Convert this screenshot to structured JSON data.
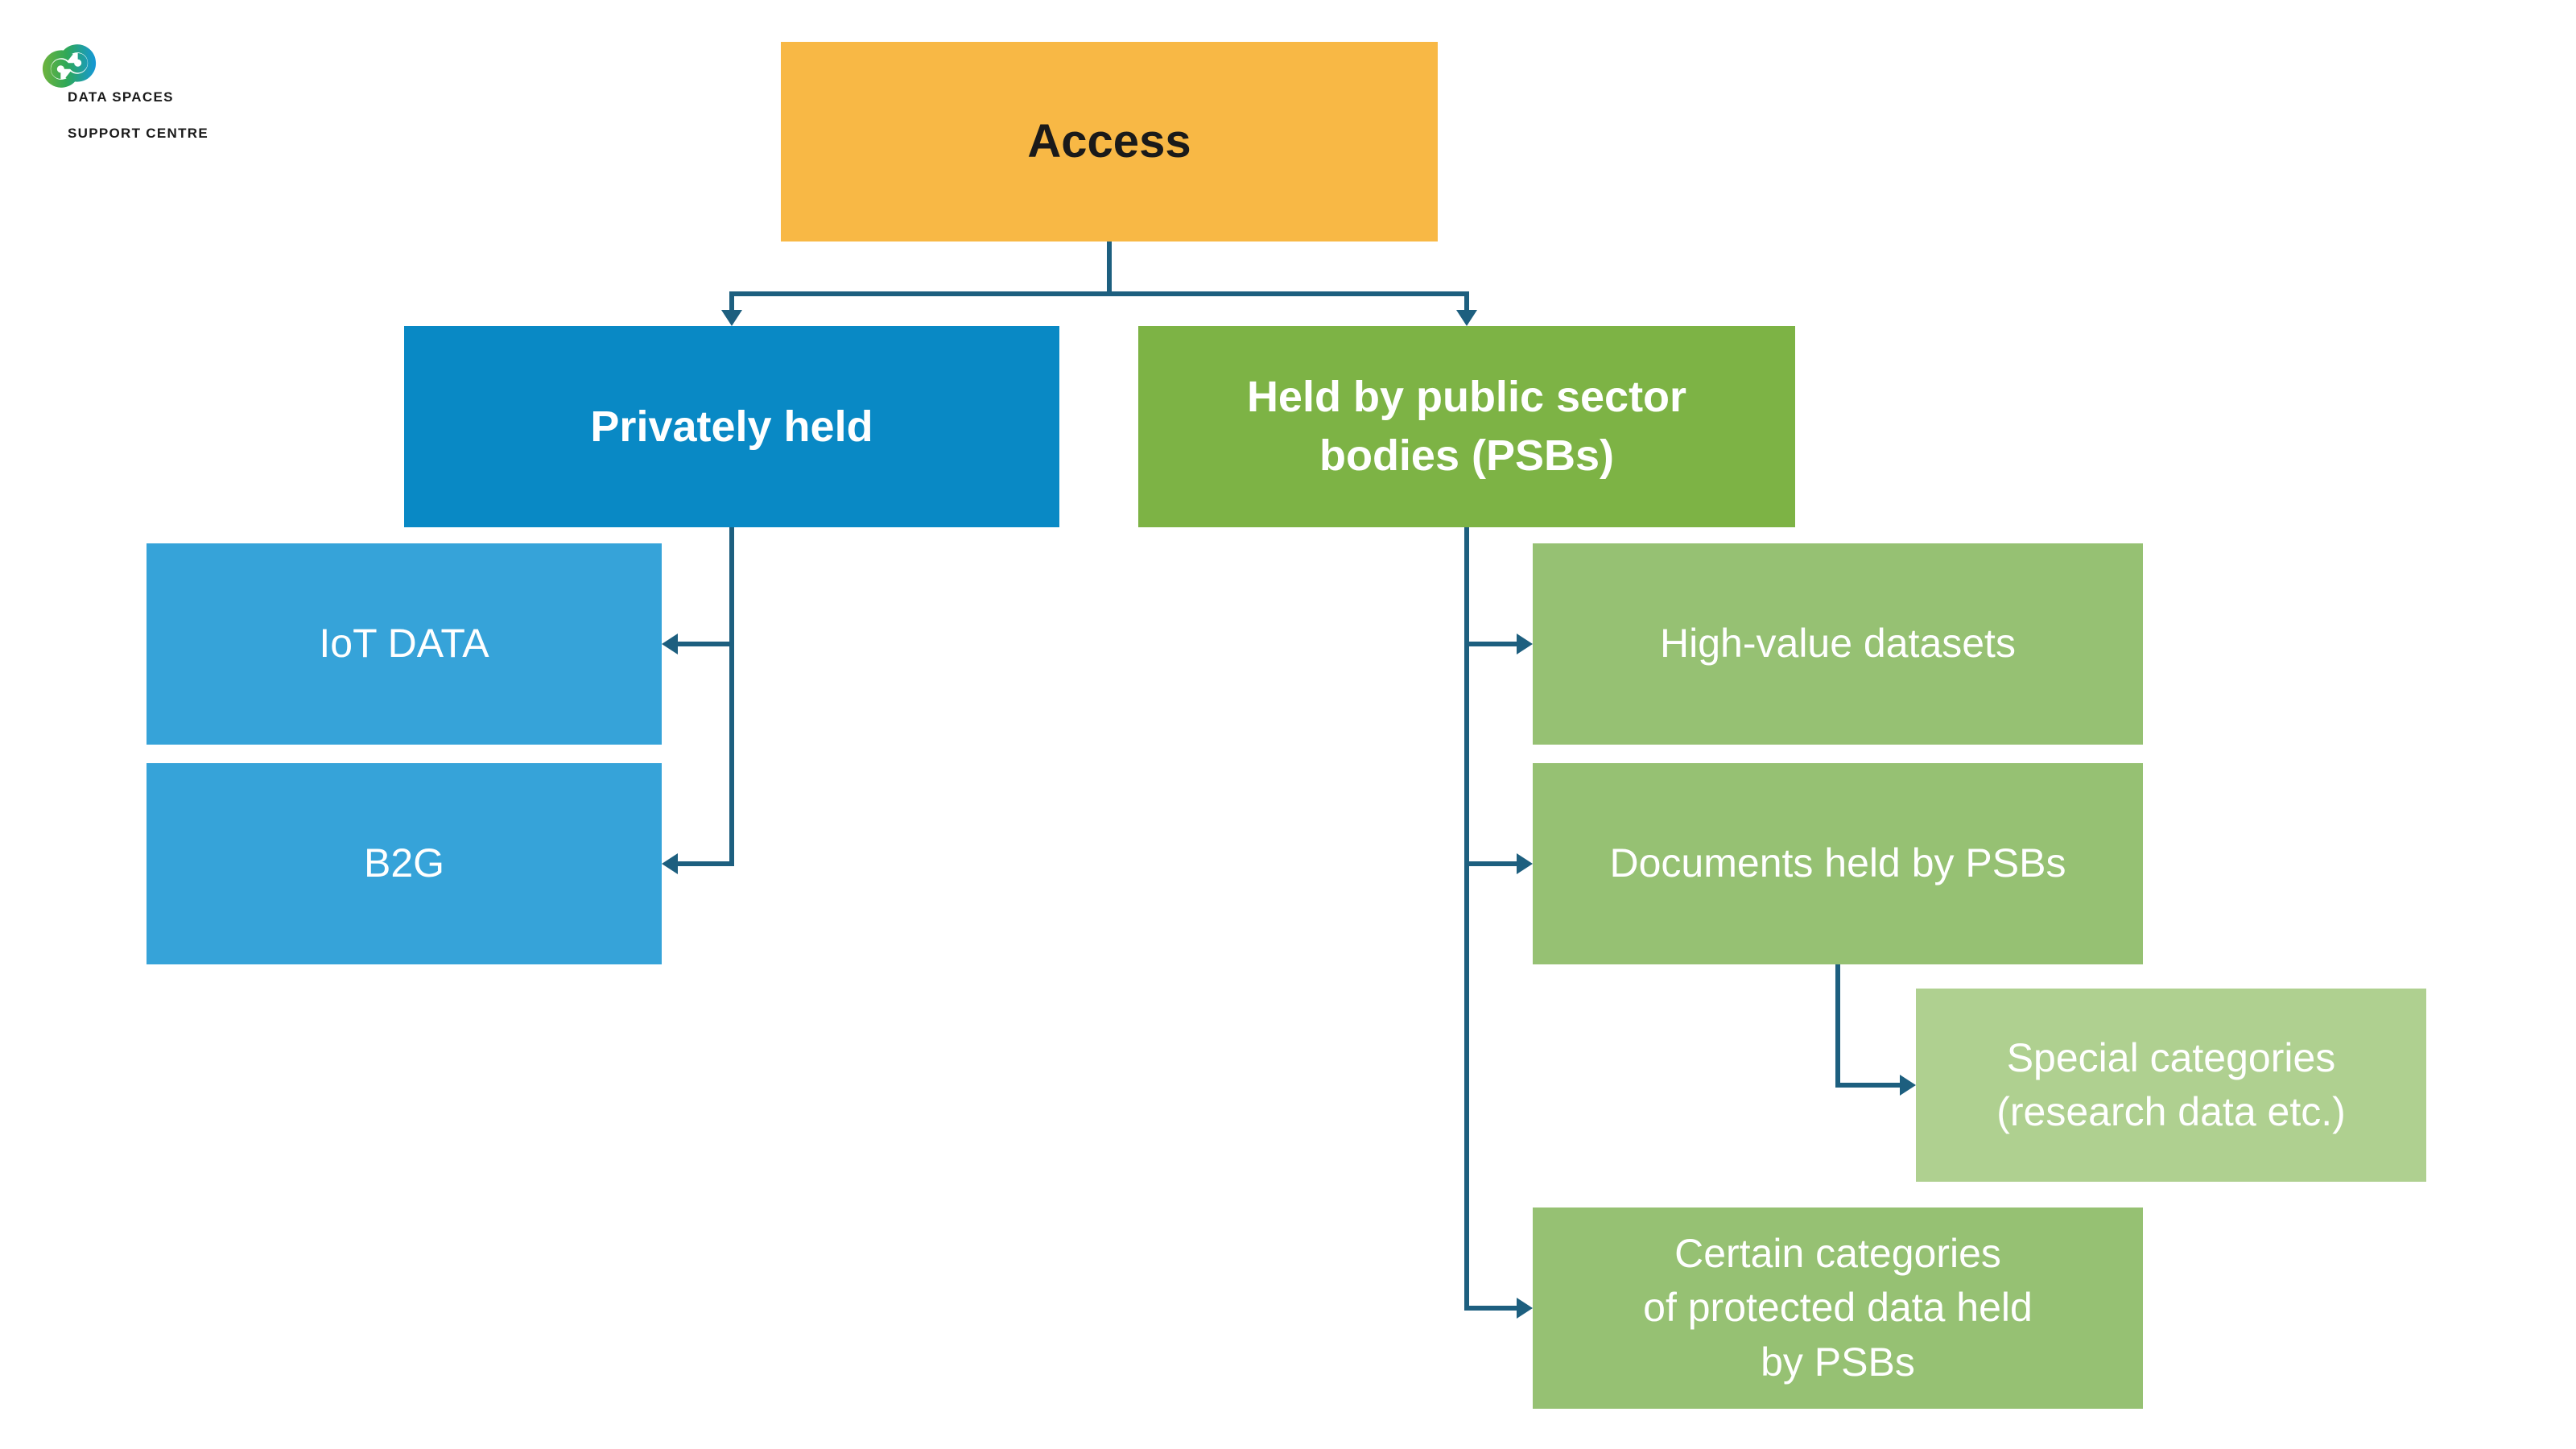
{
  "logo": {
    "icon": "dssc-swirl-logo",
    "line1": "DATA SPACES",
    "line2": "SUPPORT CENTRE"
  },
  "colors": {
    "root-fill": "#F8B845",
    "root-text": "#1A1A1A",
    "private-fill": "#0989C5",
    "private-sub-fill": "#36A3D9",
    "psb-fill": "#7DB345",
    "psb-sub-fill": "#96C173",
    "psb-subsub-fill": "#AFD090",
    "node-text": "#FFFFFF",
    "connector": "#1D5F7F",
    "logo-green": "#6CB33F",
    "logo-blue": "#1598D4",
    "logo-text": "#1A1A1A"
  },
  "nodes": {
    "access": {
      "label": "Access"
    },
    "privately_held": {
      "label": "Privately held"
    },
    "psb": {
      "label": "Held by public sector\nbodies (PSBs)"
    },
    "iot_data": {
      "label": "IoT DATA"
    },
    "b2g": {
      "label": "B2G"
    },
    "high_value": {
      "label": "High-value datasets"
    },
    "documents": {
      "label": "Documents held by PSBs"
    },
    "special": {
      "label": "Special categories\n(research data etc.)"
    },
    "protected": {
      "label": "Certain categories\nof protected data held\nby PSBs"
    }
  },
  "edges": [
    {
      "from": "access",
      "to": "privately_held"
    },
    {
      "from": "access",
      "to": "psb"
    },
    {
      "from": "privately_held",
      "to": "iot_data"
    },
    {
      "from": "privately_held",
      "to": "b2g"
    },
    {
      "from": "psb",
      "to": "high_value"
    },
    {
      "from": "psb",
      "to": "documents"
    },
    {
      "from": "psb",
      "to": "protected"
    },
    {
      "from": "documents",
      "to": "special"
    }
  ]
}
